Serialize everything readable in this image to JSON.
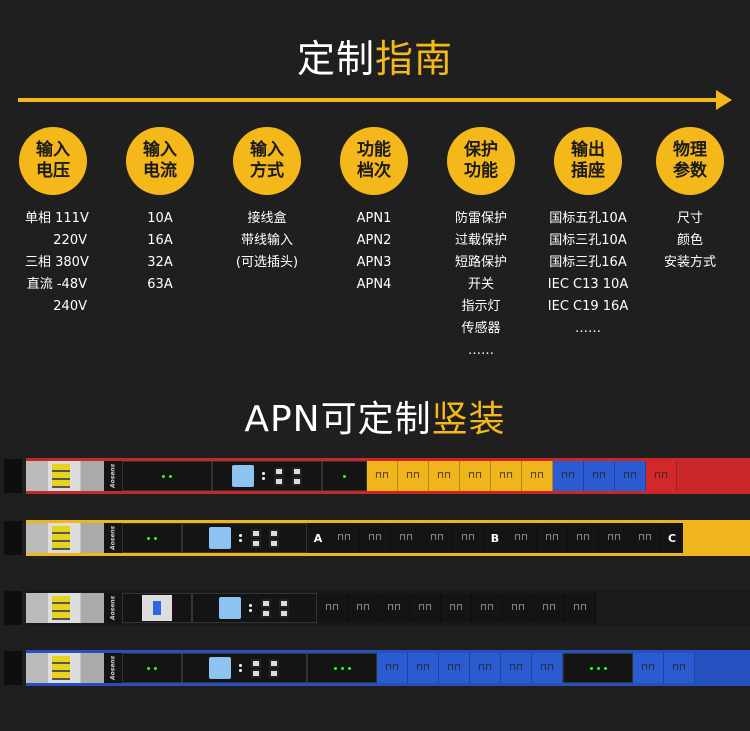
{
  "header": {
    "title_white": "定制",
    "title_yellow": "指南"
  },
  "categories": [
    {
      "line1": "输入",
      "line2": "电压",
      "items": [
        "单相 111V",
        "220V",
        "三相 380V",
        "直流 -48V",
        "240V"
      ]
    },
    {
      "line1": "输入",
      "line2": "电流",
      "items": [
        "10A",
        "16A",
        "32A",
        "63A"
      ]
    },
    {
      "line1": "输入",
      "line2": "方式",
      "items": [
        "接线盒",
        "带线输入",
        "(可选插头)"
      ]
    },
    {
      "line1": "功能",
      "line2": "档次",
      "items": [
        "APN1",
        "APN2",
        "APN3",
        "APN4"
      ]
    },
    {
      "line1": "保护",
      "line2": "功能",
      "items": [
        "防雷保护",
        "过载保护",
        "短路保护",
        "开关",
        "指示灯",
        "传感器",
        "……"
      ]
    },
    {
      "line1": "输出",
      "line2": "插座",
      "items": [
        "国标五孔10A",
        "国标三孔10A",
        "国标三孔16A",
        "IEC C13 10A",
        "IEC C19 16A",
        "……"
      ]
    },
    {
      "line1": "物理",
      "line2": "参数",
      "items": [
        "尺寸",
        "颜色",
        "安装方式"
      ]
    }
  ],
  "section2": {
    "title_white": "APN可定制",
    "title_yellow": "竖装"
  },
  "brand": "Aosens",
  "strips": [
    {
      "color": "#c8282a",
      "labels": []
    },
    {
      "color": "#f0b51c",
      "labels": [
        "A",
        "B",
        "C"
      ]
    },
    {
      "color": "#1a1a1a",
      "labels": []
    },
    {
      "color": "#2450c0",
      "labels": []
    }
  ],
  "colors": {
    "accent": "#f4b81a",
    "background": "#1f1f1f"
  }
}
